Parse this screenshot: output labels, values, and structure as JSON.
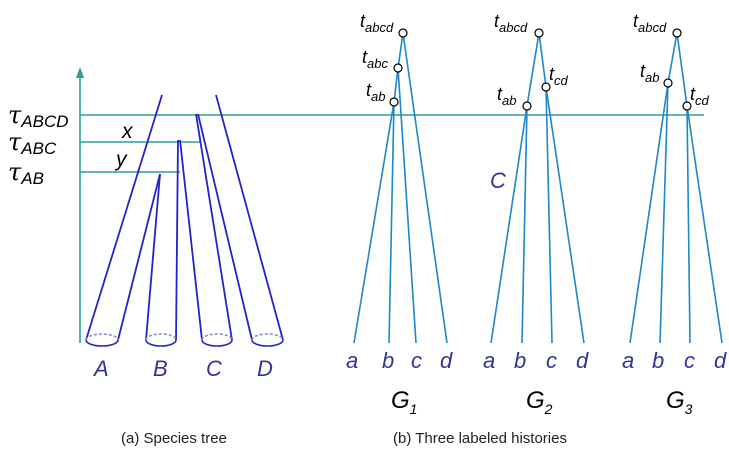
{
  "species_tree": {
    "time_labels": {
      "abcd": "τ",
      "abcd_sub": "ABCD",
      "abc": "τ",
      "abc_sub": "ABC",
      "ab": "τ",
      "ab_sub": "AB"
    },
    "branch_lengths": {
      "x": "x",
      "y": "y"
    },
    "tips": [
      "A",
      "B",
      "C",
      "D"
    ],
    "caption": "(a) Species tree"
  },
  "histories": {
    "caption": "(b) Three labeled histories",
    "floating_label": "C",
    "gene_trees": [
      {
        "title": "G",
        "title_sub": "1",
        "tips": [
          "a",
          "b",
          "c",
          "d"
        ],
        "nodes": [
          {
            "t": "t",
            "sub": "abcd"
          },
          {
            "t": "t",
            "sub": "abc"
          },
          {
            "t": "t",
            "sub": "ab"
          }
        ]
      },
      {
        "title": "G",
        "title_sub": "2",
        "tips": [
          "a",
          "b",
          "c",
          "d"
        ],
        "nodes": [
          {
            "t": "t",
            "sub": "abcd"
          },
          {
            "t": "t",
            "sub": "ab"
          },
          {
            "t": "t",
            "sub": "cd"
          }
        ]
      },
      {
        "title": "G",
        "title_sub": "3",
        "tips": [
          "a",
          "b",
          "c",
          "d"
        ],
        "nodes": [
          {
            "t": "t",
            "sub": "abcd"
          },
          {
            "t": "t",
            "sub": "ab"
          },
          {
            "t": "t",
            "sub": "cd"
          }
        ]
      }
    ]
  },
  "colors": {
    "species_lines": "#2323c8",
    "gene_lines": "#1e88c8",
    "axis": "#2aa198",
    "label": "#33339a"
  }
}
